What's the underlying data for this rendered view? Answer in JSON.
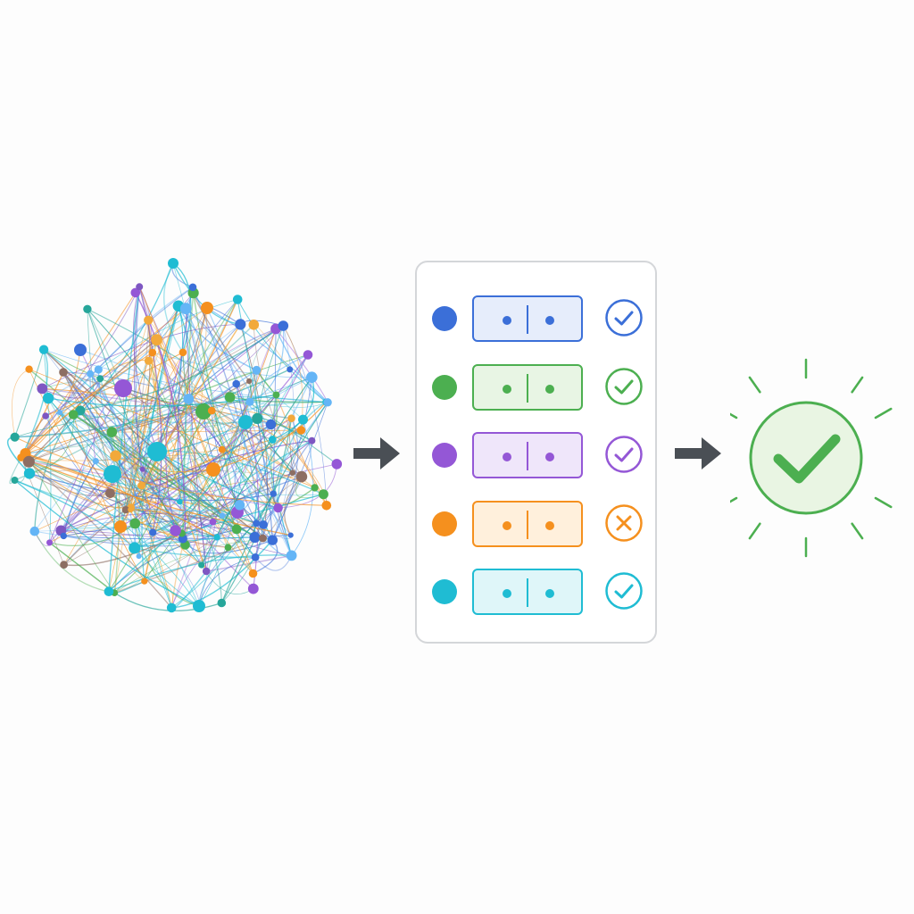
{
  "network": {
    "palette": [
      "#3b6fd8",
      "#4caf50",
      "#9457d6",
      "#f5901e",
      "#1fbcd3",
      "#f2a93b",
      "#7e57c2",
      "#26a69a",
      "#8d6e63",
      "#64b5f6"
    ]
  },
  "arrows": {
    "color": "#4a4f55"
  },
  "checklist": {
    "border_color": "#d4d6d9",
    "rows": [
      {
        "color": "#3b6fd8",
        "fill": "#e6edfb",
        "status": "check",
        "icon": "check-circle-icon"
      },
      {
        "color": "#4caf50",
        "fill": "#e8f5e4",
        "status": "check",
        "icon": "check-circle-icon"
      },
      {
        "color": "#9457d6",
        "fill": "#efe6fa",
        "status": "check",
        "icon": "check-circle-icon"
      },
      {
        "color": "#f5901e",
        "fill": "#fff0dc",
        "status": "cross",
        "icon": "cross-circle-icon"
      },
      {
        "color": "#1fbcd3",
        "fill": "#dff6f9",
        "status": "check",
        "icon": "check-circle-icon"
      }
    ]
  },
  "result": {
    "status": "success",
    "icon": "success-check-icon",
    "color": "#4caf50",
    "fill": "#e9f5e3"
  }
}
